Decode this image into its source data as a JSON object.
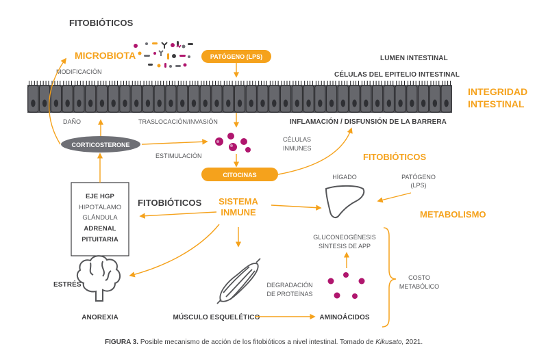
{
  "colors": {
    "accent": "#f5a21c",
    "dark_text": "#3d3d3f",
    "cell_fill": "#5a5b60",
    "cell_stroke": "#2b2b2e",
    "pill_grey": "#6e6f75",
    "magenta": "#b0166e",
    "arrow": "#f5a21c"
  },
  "diagram": {
    "title": "FITOBIÓTICOS",
    "microbiota": "MICROBIOTA",
    "modificacion": "MODIFICACIÓN",
    "patogeno_pill": "PATÓGENO (LPS)",
    "lumen": "LUMEN INTESTINAL",
    "celulas_epitelio": "CÉLULAS DEL EPITELIO INTESTINAL",
    "integridad_1": "INTEGRIDAD",
    "integridad_2": "INTESTINAL",
    "dano": "DAÑO",
    "traslocacion": "TRASLOCACIÓN/INVASIÓN",
    "inflamacion": "INFLAMACIÓN / DISFUNSIÓN DE LA BARRERA",
    "corticosterone": "CORTICOSTERONE",
    "estimulacion": "ESTIMULACIÓN",
    "celulas_inmunes_1": "CÉLULAS",
    "celulas_inmunes_2": "INMUNES",
    "fitobioticos_right": "FITOBIÓTICOS",
    "citocinas": "CITOCINAS",
    "higado": "HÍGADO",
    "patogeno_right_1": "PATÓGENO",
    "patogeno_right_2": "(LPS)",
    "eje_lines": [
      "EJE HGP",
      "HIPOTÁLAMO",
      "GLÁNDULA",
      "ADRENAL",
      "PITUITARIA"
    ],
    "fitobioticos_left": "FITOBIÓTICOS",
    "sistema_1": "SISTEMA",
    "sistema_2": "INMUNE",
    "metabolismo": "METABOLISMO",
    "gluconeogenesis_1": "GLUCONEOGÉNESIS",
    "gluconeogenesis_2": "SÍNTESIS DE APP",
    "estres": "ESTRÉS",
    "degradacion_1": "DEGRADACIÓN",
    "degradacion_2": "DE PROTEÍNAS",
    "costo_1": "COSTO",
    "costo_2": "METABÓLICO",
    "anorexia": "ANOREXIA",
    "musculo": "MÚSCULO ESQUELÉTICO",
    "aminoacidos": "AMINOÁCIDOS"
  },
  "caption": {
    "label": "FIGURA 3.",
    "text": " Posible mecanismo de acción de los fitobióticos a nivel intestinal. Tomado de ",
    "source": "Kikusato,",
    "year": " 2021."
  },
  "icons": [
    "bacteria-cluster-icon",
    "immune-cells-icon",
    "liver-icon",
    "brain-icon",
    "muscle-icon",
    "amino-acids-icon"
  ]
}
